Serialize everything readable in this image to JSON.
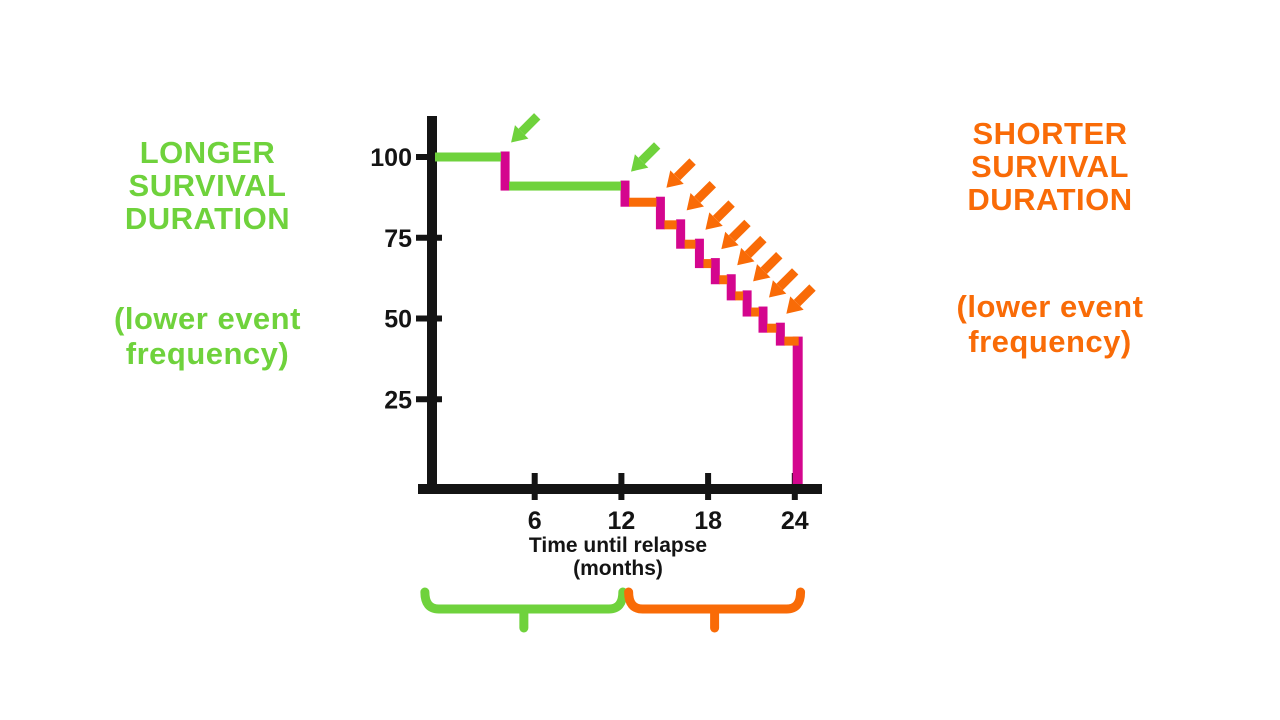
{
  "page": {
    "background": "#FFFFFF"
  },
  "colors": {
    "green": "#6FD23C",
    "orange": "#F96B07",
    "magenta": "#D4068E",
    "black": "#141414"
  },
  "left_annotation": {
    "title_lines": [
      "LONGER",
      "SURVIVAL",
      "DURATION"
    ],
    "subtitle_lines": [
      "(lower event",
      "frequency)"
    ]
  },
  "right_annotation": {
    "title_lines": [
      "SHORTER",
      "SURVIVAL",
      "DURATION"
    ],
    "subtitle_lines": [
      "(lower event",
      "frequency)"
    ]
  },
  "chart_data": {
    "type": "step",
    "description": "Kaplan-Meier style survival curve: percent relapse-free over time",
    "xlabel_lines": [
      "Time until relapse",
      "(months)"
    ],
    "ylabel": "",
    "x_ticks": [
      6,
      12,
      18,
      24
    ],
    "x_tick_labels": [
      "6",
      "12",
      "18",
      "24"
    ],
    "y_ticks": [
      100,
      75,
      50,
      25
    ],
    "y_tick_labels": [
      "100",
      "75",
      "50",
      "25"
    ],
    "xlim": [
      0,
      26
    ],
    "ylim": [
      0,
      112
    ],
    "grid": false,
    "legend": "none",
    "steps": [
      {
        "from": -0.9,
        "to": 3.95,
        "level": 100,
        "color_key": "green"
      },
      {
        "from": 3.95,
        "to": 12.25,
        "level": 91,
        "color_key": "green"
      },
      {
        "from": 12.25,
        "to": 14.7,
        "level": 86,
        "color_key": "orange"
      },
      {
        "from": 14.7,
        "to": 16.1,
        "level": 79,
        "color_key": "orange"
      },
      {
        "from": 16.1,
        "to": 17.4,
        "level": 73,
        "color_key": "orange"
      },
      {
        "from": 17.4,
        "to": 18.5,
        "level": 67,
        "color_key": "orange"
      },
      {
        "from": 18.5,
        "to": 19.6,
        "level": 62,
        "color_key": "orange"
      },
      {
        "from": 19.6,
        "to": 20.7,
        "level": 57,
        "color_key": "orange"
      },
      {
        "from": 20.7,
        "to": 21.8,
        "level": 52,
        "color_key": "orange"
      },
      {
        "from": 21.8,
        "to": 23.0,
        "level": 47,
        "color_key": "orange"
      },
      {
        "from": 23.0,
        "to": 24.2,
        "level": 43,
        "color_key": "orange"
      }
    ],
    "drop_color_key": "magenta",
    "final_drop": {
      "at_month": 24.2,
      "drops_to": 0
    },
    "event_arrows": [
      {
        "at_drop": 1,
        "color_key": "green"
      },
      {
        "at_drop": 2,
        "color_key": "green"
      },
      {
        "at_drop": 3,
        "color_key": "orange"
      },
      {
        "at_drop": 4,
        "color_key": "orange"
      },
      {
        "at_drop": 5,
        "color_key": "orange"
      },
      {
        "at_drop": 6,
        "color_key": "orange"
      },
      {
        "at_drop": 7,
        "color_key": "orange"
      },
      {
        "at_drop": 8,
        "color_key": "orange"
      },
      {
        "at_drop": 9,
        "color_key": "orange"
      },
      {
        "at_drop": 10,
        "color_key": "orange"
      }
    ],
    "braces": [
      {
        "name": "longer-survival-brace",
        "color_key": "green",
        "from_month": -1.6,
        "to_month": 12.1
      },
      {
        "name": "shorter-survival-brace",
        "color_key": "orange",
        "from_month": 12.5,
        "to_month": 24.4
      }
    ]
  }
}
